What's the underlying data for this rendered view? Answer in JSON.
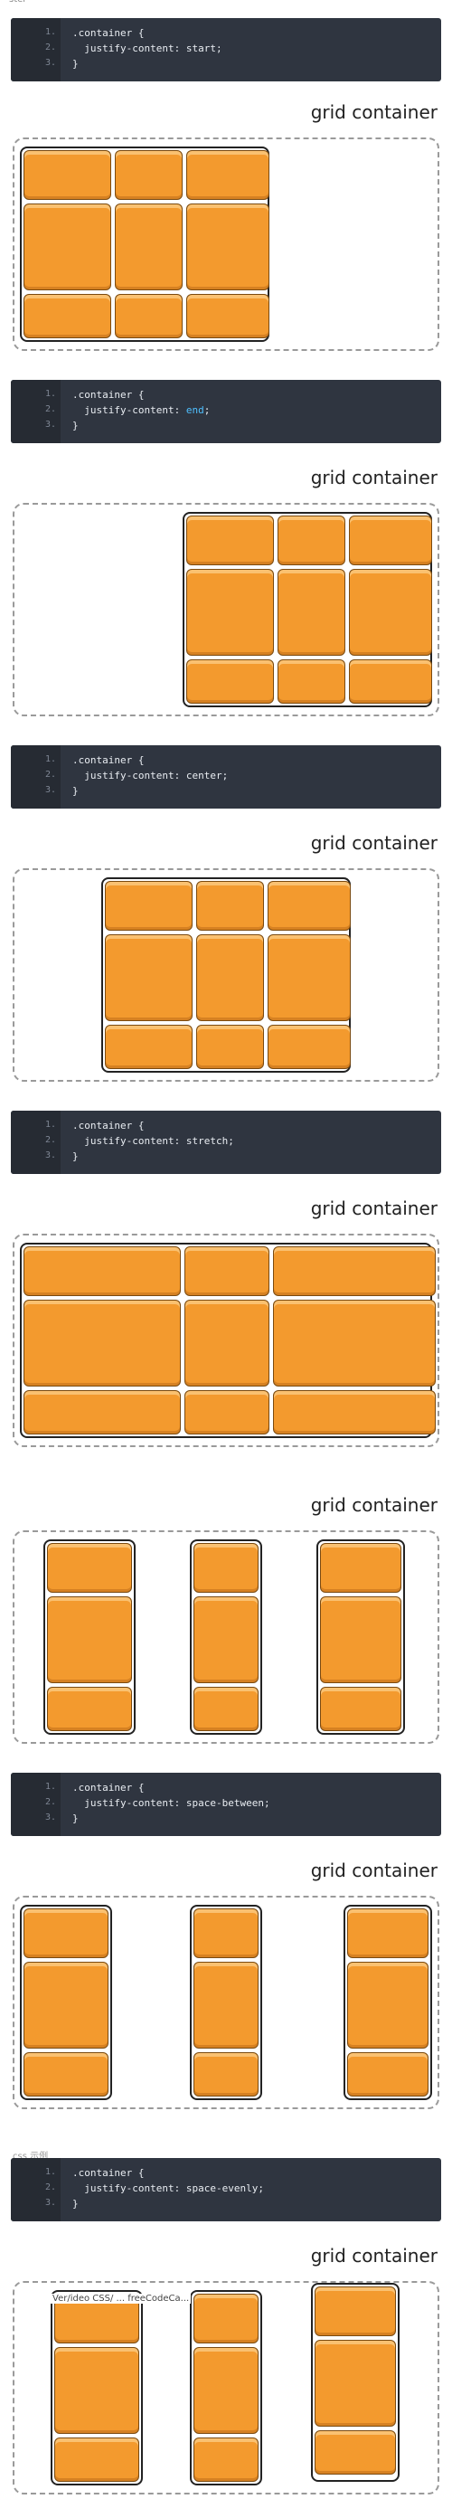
{
  "fragments": {
    "top_cut_text": "ster",
    "space_evenly_heading_cut": "css 示例",
    "overlay_text": "Ver/ideo CSS/ ... freeCodeCa..."
  },
  "label": "grid container",
  "code_blocks": [
    {
      "line1": ".container {",
      "prop": "  justify-content: ",
      "value": "start",
      "value_keyword": false,
      "line3": "}"
    },
    {
      "line1": ".container {",
      "prop": "  justify-content: ",
      "value": "end",
      "value_keyword": true,
      "line3": "}"
    },
    {
      "line1": ".container {",
      "prop": "  justify-content: ",
      "value": "center",
      "value_keyword": false,
      "line3": "}"
    },
    {
      "line1": ".container {",
      "prop": "  justify-content: ",
      "value": "stretch",
      "value_keyword": false,
      "line3": "}"
    },
    {
      "line1": ".container {",
      "prop": "  justify-content: ",
      "value": "space-between",
      "value_keyword": false,
      "line3": "}"
    },
    {
      "line1": ".container {",
      "prop": "  justify-content: ",
      "value": "space-evenly",
      "value_keyword": false,
      "line3": "}"
    }
  ],
  "line_numbers": [
    "1.",
    "2.",
    "3."
  ],
  "colors": {
    "code_bg": "#2f3540",
    "keyword": "#4fc0ff",
    "cell_orange": "#f39a2e"
  }
}
